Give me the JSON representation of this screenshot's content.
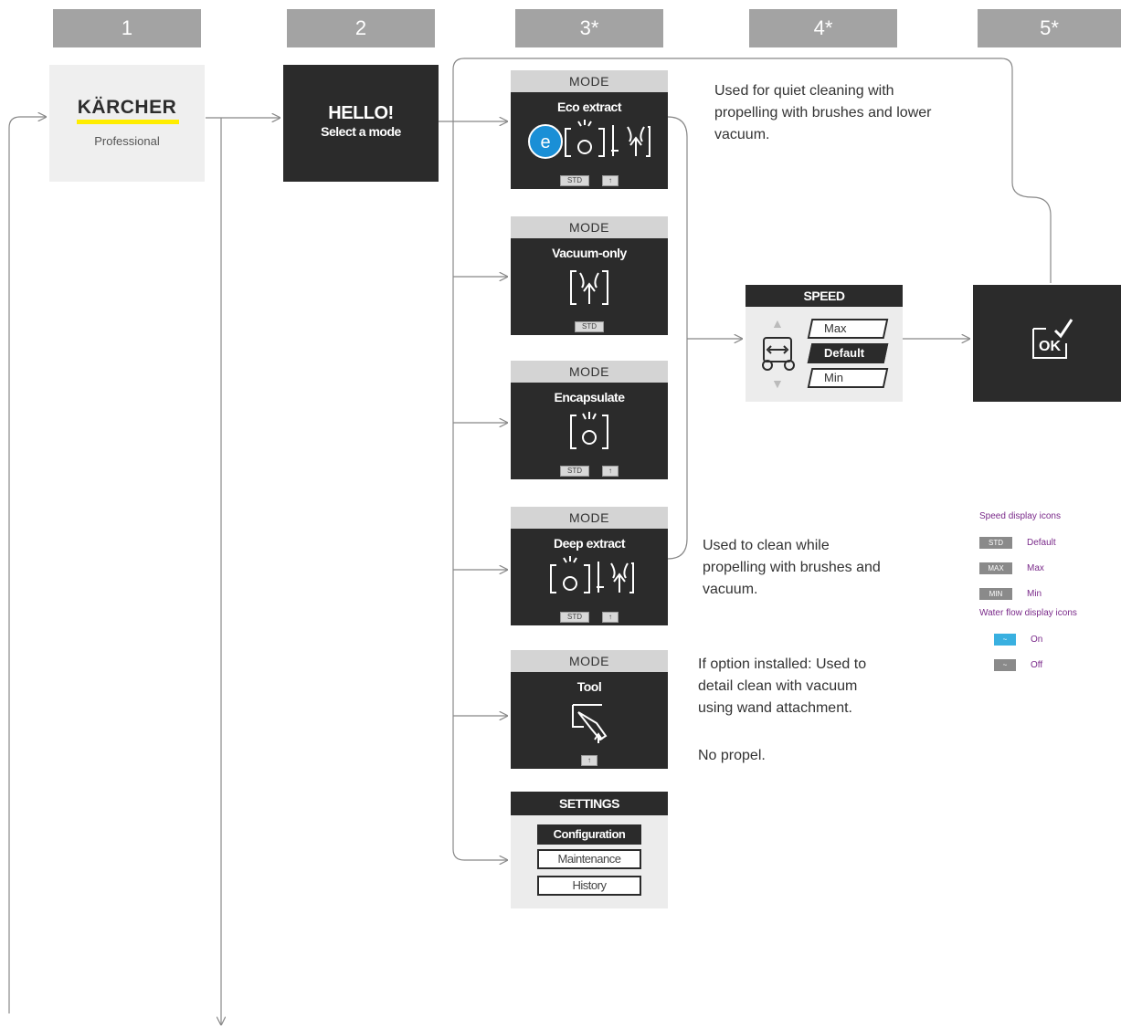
{
  "steps": [
    "1",
    "2",
    "3*",
    "4*",
    "5*"
  ],
  "splash": {
    "brand": "KÄRCHER",
    "subtitle": "Professional"
  },
  "hello": {
    "title": "HELLO!",
    "subtitle": "Select a mode"
  },
  "mode_header": "MODE",
  "modes": [
    {
      "name": "Eco extract",
      "badges": [
        "STD",
        "↑"
      ]
    },
    {
      "name": "Vacuum-only",
      "badges": [
        "STD"
      ]
    },
    {
      "name": "Encapsulate",
      "badges": [
        "STD",
        "↑"
      ]
    },
    {
      "name": "Deep extract",
      "badges": [
        "STD",
        "↑"
      ]
    },
    {
      "name": "Tool",
      "badges": [
        "↑"
      ]
    }
  ],
  "settings": {
    "title": "SETTINGS",
    "items": [
      "Configuration",
      "Maintenance",
      "History"
    ]
  },
  "speed": {
    "title": "SPEED",
    "options": [
      "Max",
      "Default",
      "Min"
    ]
  },
  "ok_label": "OK",
  "descriptions": {
    "eco": "Used for quiet cleaning with propelling with brushes and lower vacuum.",
    "deep": "Used to clean while propelling with brushes and vacuum.",
    "tool": "If option installed: Used to detail clean with vacuum using wand attachment.",
    "tool_note": "No propel."
  },
  "legend": {
    "speed_title": "Speed display icons",
    "speed_items": [
      {
        "chip": "STD",
        "label": "Default"
      },
      {
        "chip": "MAX",
        "label": "Max"
      },
      {
        "chip": "MIN",
        "label": "Min"
      }
    ],
    "water_title": "Water flow display icons",
    "water_items": [
      {
        "chip": "~",
        "label": "On",
        "color": "#39b0e0"
      },
      {
        "chip": "~",
        "label": "Off",
        "color": "#8a8a8a"
      }
    ]
  },
  "colors": {
    "dark": "#2b2b2b",
    "header_gray": "#a3a3a3",
    "brand_yellow": "#ffed00",
    "eco_blue": "#1a8fd6",
    "legend_purple": "#7a2a8a"
  }
}
